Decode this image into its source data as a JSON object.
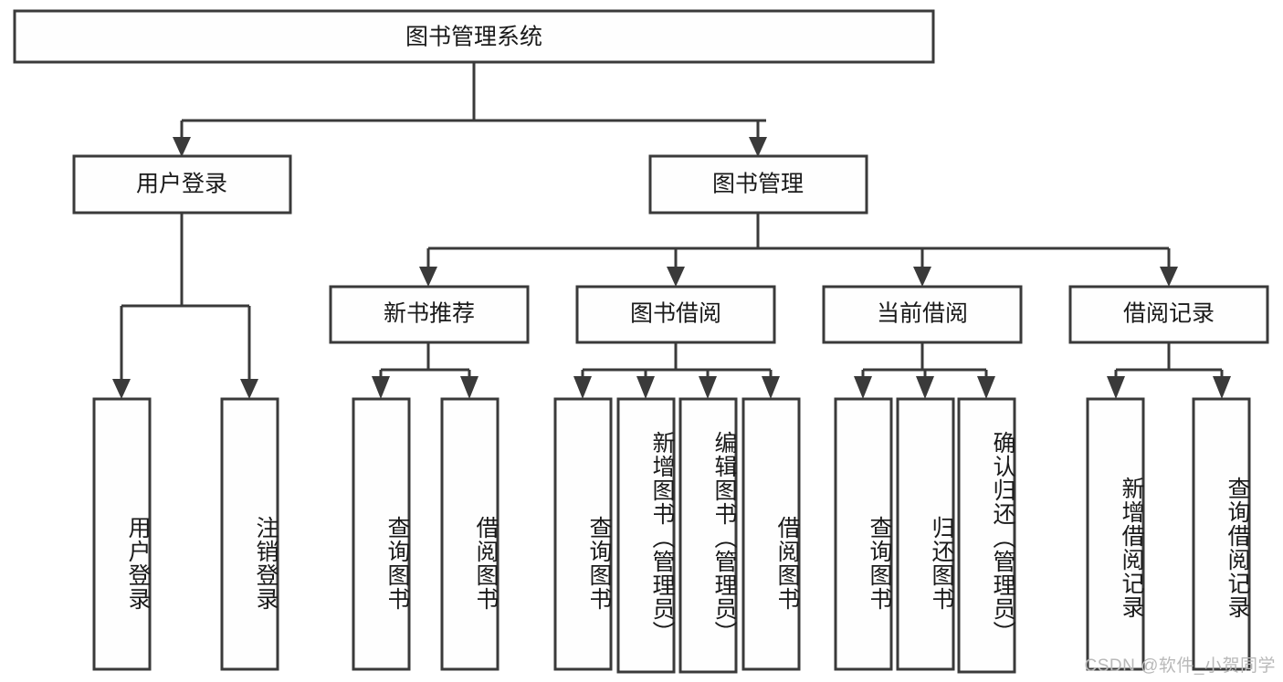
{
  "diagram": {
    "type": "tree-hierarchy",
    "title": "图书管理系统",
    "watermark": "CSDN @软件_小贺同学",
    "colors": {
      "box_stroke": "#3a3a3a",
      "box_fill": "#fefefe",
      "text": "#1a1a1a",
      "connector": "#3a3a3a",
      "watermark": "#b9b9b9",
      "background": "#ffffff"
    },
    "root": {
      "label": "图书管理系统"
    },
    "level2": [
      {
        "label": "用户登录"
      },
      {
        "label": "图书管理"
      }
    ],
    "level3": [
      {
        "label": "新书推荐",
        "parent": "图书管理"
      },
      {
        "label": "图书借阅",
        "parent": "图书管理"
      },
      {
        "label": "当前借阅",
        "parent": "图书管理"
      },
      {
        "label": "借阅记录",
        "parent": "图书管理"
      }
    ],
    "leaves": {
      "用户登录": [
        {
          "label": "用户登录"
        },
        {
          "label": "注销登录"
        }
      ],
      "新书推荐": [
        {
          "label": "查询图书"
        },
        {
          "label": "借阅图书"
        }
      ],
      "图书借阅": [
        {
          "label": "查询图书"
        },
        {
          "label": "新增图书（管理员）"
        },
        {
          "label": "编辑图书（管理员）"
        },
        {
          "label": "借阅图书"
        }
      ],
      "当前借阅": [
        {
          "label": "查询图书"
        },
        {
          "label": "归还图书"
        },
        {
          "label": "确认归还（管理员）"
        }
      ],
      "借阅记录": [
        {
          "label": "新增借阅记录"
        },
        {
          "label": "查询借阅记录"
        }
      ]
    }
  }
}
